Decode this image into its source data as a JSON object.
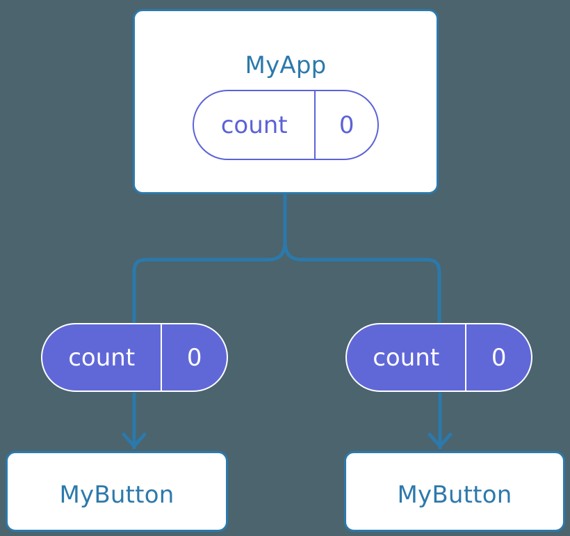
{
  "diagram": {
    "title": "MyApp",
    "background_color": "#4b646e",
    "accent_blue": "#2c79ab",
    "accent_purple": "#6068d8",
    "connector_color": "#2c79ab"
  },
  "root": {
    "component_name": "MyApp",
    "state": {
      "key": "count",
      "value": "0"
    }
  },
  "consumers": [
    {
      "state": {
        "key": "count",
        "value": "0"
      },
      "component_name": "MyButton"
    },
    {
      "state": {
        "key": "count",
        "value": "0"
      },
      "component_name": "MyButton"
    }
  ]
}
